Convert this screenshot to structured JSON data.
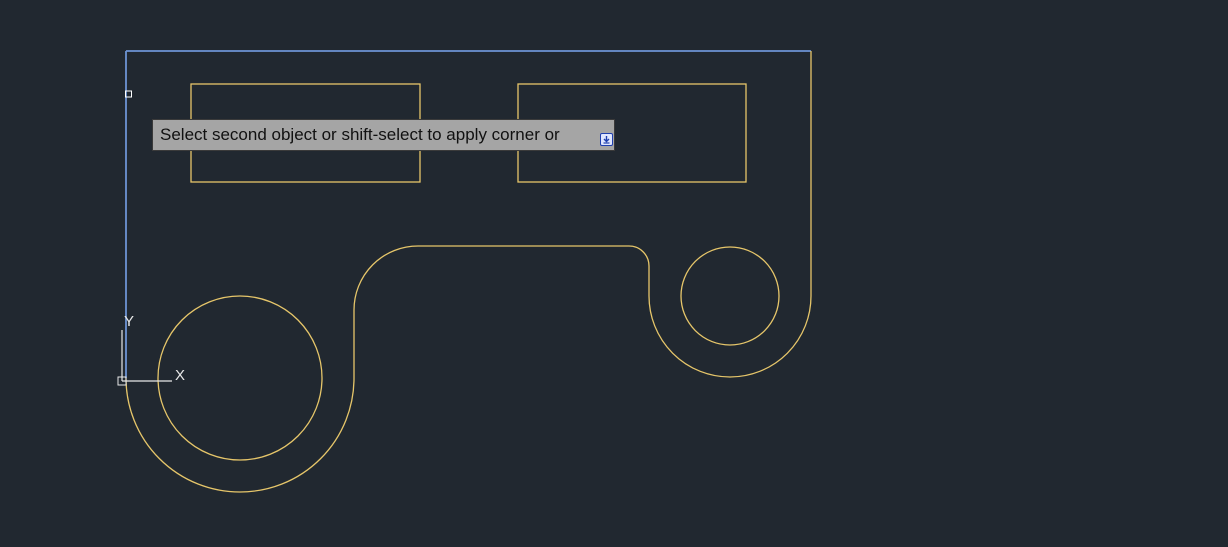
{
  "tooltip": {
    "text": "Select second object or shift-select to apply corner or",
    "arrow_icon": "down-arrow-icon"
  },
  "ucs": {
    "x_label": "X",
    "y_label": "Y"
  },
  "colors": {
    "background": "#212830",
    "geometry": "#e6c66a",
    "selected": "#6d93d4",
    "ucs": "#e8e8e8"
  }
}
